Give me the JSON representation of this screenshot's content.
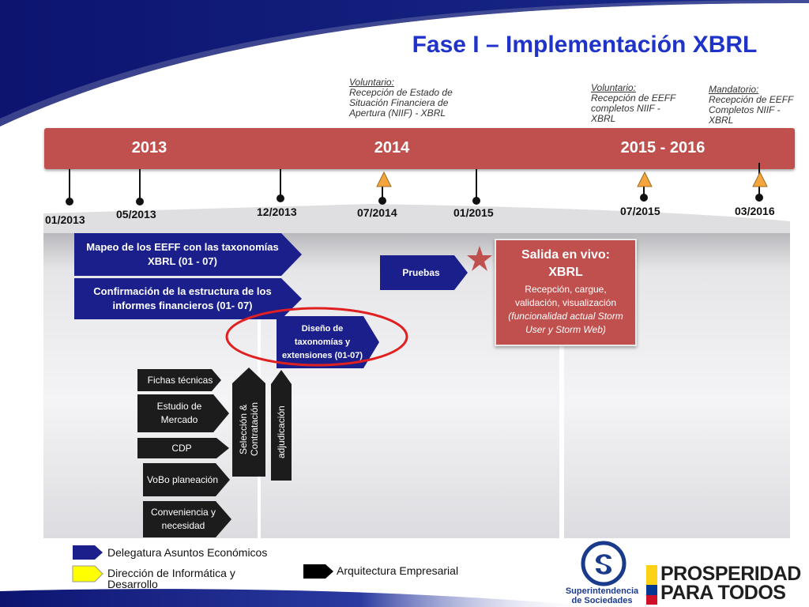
{
  "title": "Fase I – Implementación XBRL",
  "notes": [
    {
      "heading": "Voluntario:",
      "text": "Recepción de Estado de Situación Financiera de Apertura (NIIF) -  XBRL"
    },
    {
      "heading": "Voluntario:",
      "text": "Recepción de EEFF completos  NIIF - XBRL"
    },
    {
      "heading": "Mandatorio:",
      "text": "Recepción de EEFF Completos NIIF -  XBRL"
    }
  ],
  "years": [
    "2013",
    "2014",
    "2015 - 2016"
  ],
  "milestones": [
    "01/2013",
    "05/2013",
    "12/2013",
    "07/2014",
    "01/2015",
    "07/2015",
    "03/2016"
  ],
  "blue_tasks": [
    "Mapeo de los EEFF con las taxonomías XBRL (01 - 07)",
    "Confirmación de la estructura  de los informes financieros (01- 07)",
    "Pruebas",
    "Diseño de taxonomías y extensiones (01-07)"
  ],
  "golive": {
    "title": "Salida en vivo: XBRL",
    "body": "Recepción, cargue, validación, visualización",
    "italic": "(funcionalidad actual Storm User y Storm Web)"
  },
  "black_tasks": [
    "Fichas  técnicas",
    "Estudio de Mercado",
    "CDP",
    "VoBo planeación",
    "Conveniencia y necesidad"
  ],
  "vertical_tasks": [
    "Selección & Contratación",
    "adjudicación"
  ],
  "legend": [
    {
      "label": "Delegatura Asuntos Económicos",
      "color": "#1a1f8c"
    },
    {
      "label": "Dirección de Informática y Desarrollo",
      "color": "#ffff00"
    },
    {
      "label": "Arquitectura Empresarial",
      "color": "#000000"
    }
  ],
  "logos": {
    "supersociedades_line1": "Superintendencia",
    "supersociedades_line2": "de Sociedades",
    "prosperidad_line1": "PROSPERIDAD",
    "prosperidad_line2": "PARA TODOS"
  },
  "colors": {
    "title": "#1f33c9",
    "band": "#c0504d",
    "blue": "#1a1f8c",
    "black": "#1c1c1c",
    "marker": "#f4a53c",
    "star": "#c0504d",
    "circle": "#e02020"
  }
}
